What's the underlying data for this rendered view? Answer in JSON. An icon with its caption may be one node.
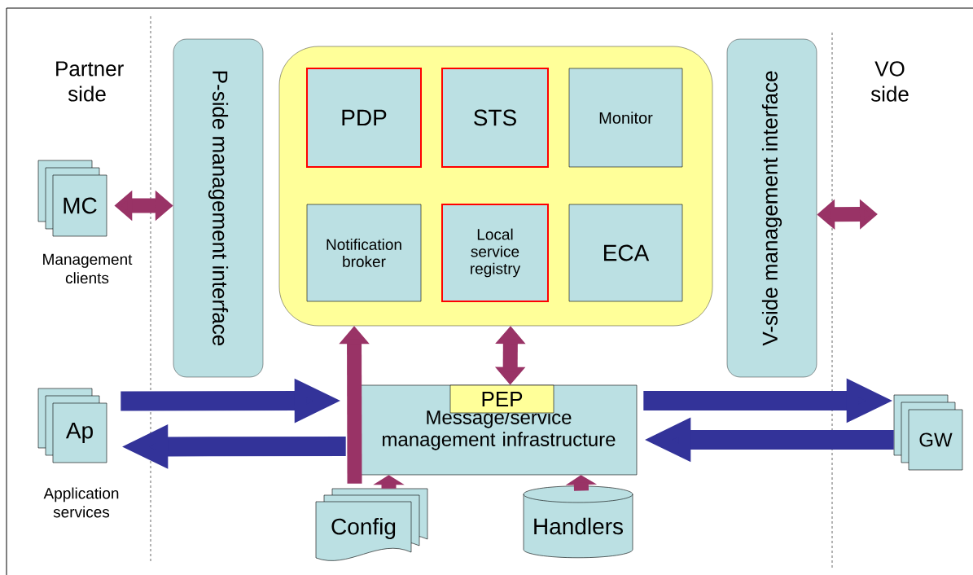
{
  "diagram": {
    "nodes": [
      {
        "text": [
          "P-side management interface"
        ]
      },
      {
        "text": [],
        "shape": "box"
      },
      {
        "text": [
          "PDP"
        ],
        "in": 1
      },
      {
        "text": [
          "STS"
        ],
        "in": 1
      },
      {
        "text": [
          "Monitor"
        ],
        "in": 1
      },
      {
        "text": [
          "Notification broker"
        ],
        "in": 1
      },
      {
        "text": [
          "Local service registry"
        ],
        "in": 1
      },
      {
        "text": [
          "ECA"
        ],
        "in": 1
      },
      {
        "text": [
          "V-side management interface"
        ]
      },
      {
        "text": [
          "MC"
        ],
        "beside": [
          "Management clients"
        ]
      },
      {
        "text": [
          "Ap"
        ],
        "beside": [
          "Application services"
        ]
      },
      {
        "text": [
          "Message/service management infrastructure"
        ]
      },
      {
        "text": [
          "PEP"
        ],
        "in": 11
      },
      {
        "text": [
          "GW"
        ]
      },
      {
        "text": [
          "Config"
        ]
      },
      {
        "text": [
          "Handlers"
        ]
      }
    ],
    "edges": [
      {
        "from": 9,
        "to": 0,
        "arrow": "both"
      },
      {
        "from": 10,
        "to": 11,
        "arrow": "to",
        "color": "#333399"
      },
      {
        "from": 11,
        "to": 10,
        "arrow": "to",
        "color": "#333399"
      },
      {
        "from": 11,
        "to": 13,
        "arrow": "to",
        "color": "#333399"
      },
      {
        "from": 13,
        "to": 11,
        "arrow": "to",
        "color": "#333399"
      },
      {
        "from": 14,
        "to": 1,
        "arrow": "to"
      },
      {
        "from": 14,
        "to": 11,
        "arrow": "to"
      },
      {
        "from": 15,
        "to": 11,
        "arrow": "to"
      },
      {
        "from": 12,
        "to": 1,
        "arrow": "both"
      },
      {
        "from": 8,
        "to": null,
        "arrow": "both"
      }
    ],
    "labels": [
      "Partner side",
      "VO side"
    ]
  }
}
